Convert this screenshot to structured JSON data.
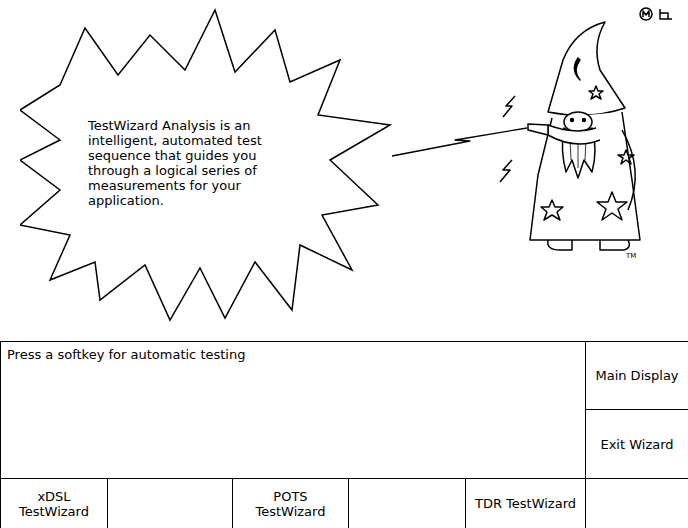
{
  "diagram": {
    "nodes": [
      {
        "text": [
          "TestWizard Analysis is an intelligent, automated test sequence that guides you through a logical series of measurements for your application."
        ]
      },
      {
        "text": [
          "Press a softkey for automatic testing"
        ]
      },
      {
        "text": [
          "Main Display"
        ]
      },
      {
        "text": [
          "Exit Wizard"
        ]
      },
      {
        "text": [
          "xDSL TestWizard"
        ]
      },
      {
        "text": [
          "POTS TestWizard"
        ]
      },
      {
        "text": [
          "TDR TestWizard"
        ]
      }
    ],
    "labels": [
      "TM"
    ]
  }
}
